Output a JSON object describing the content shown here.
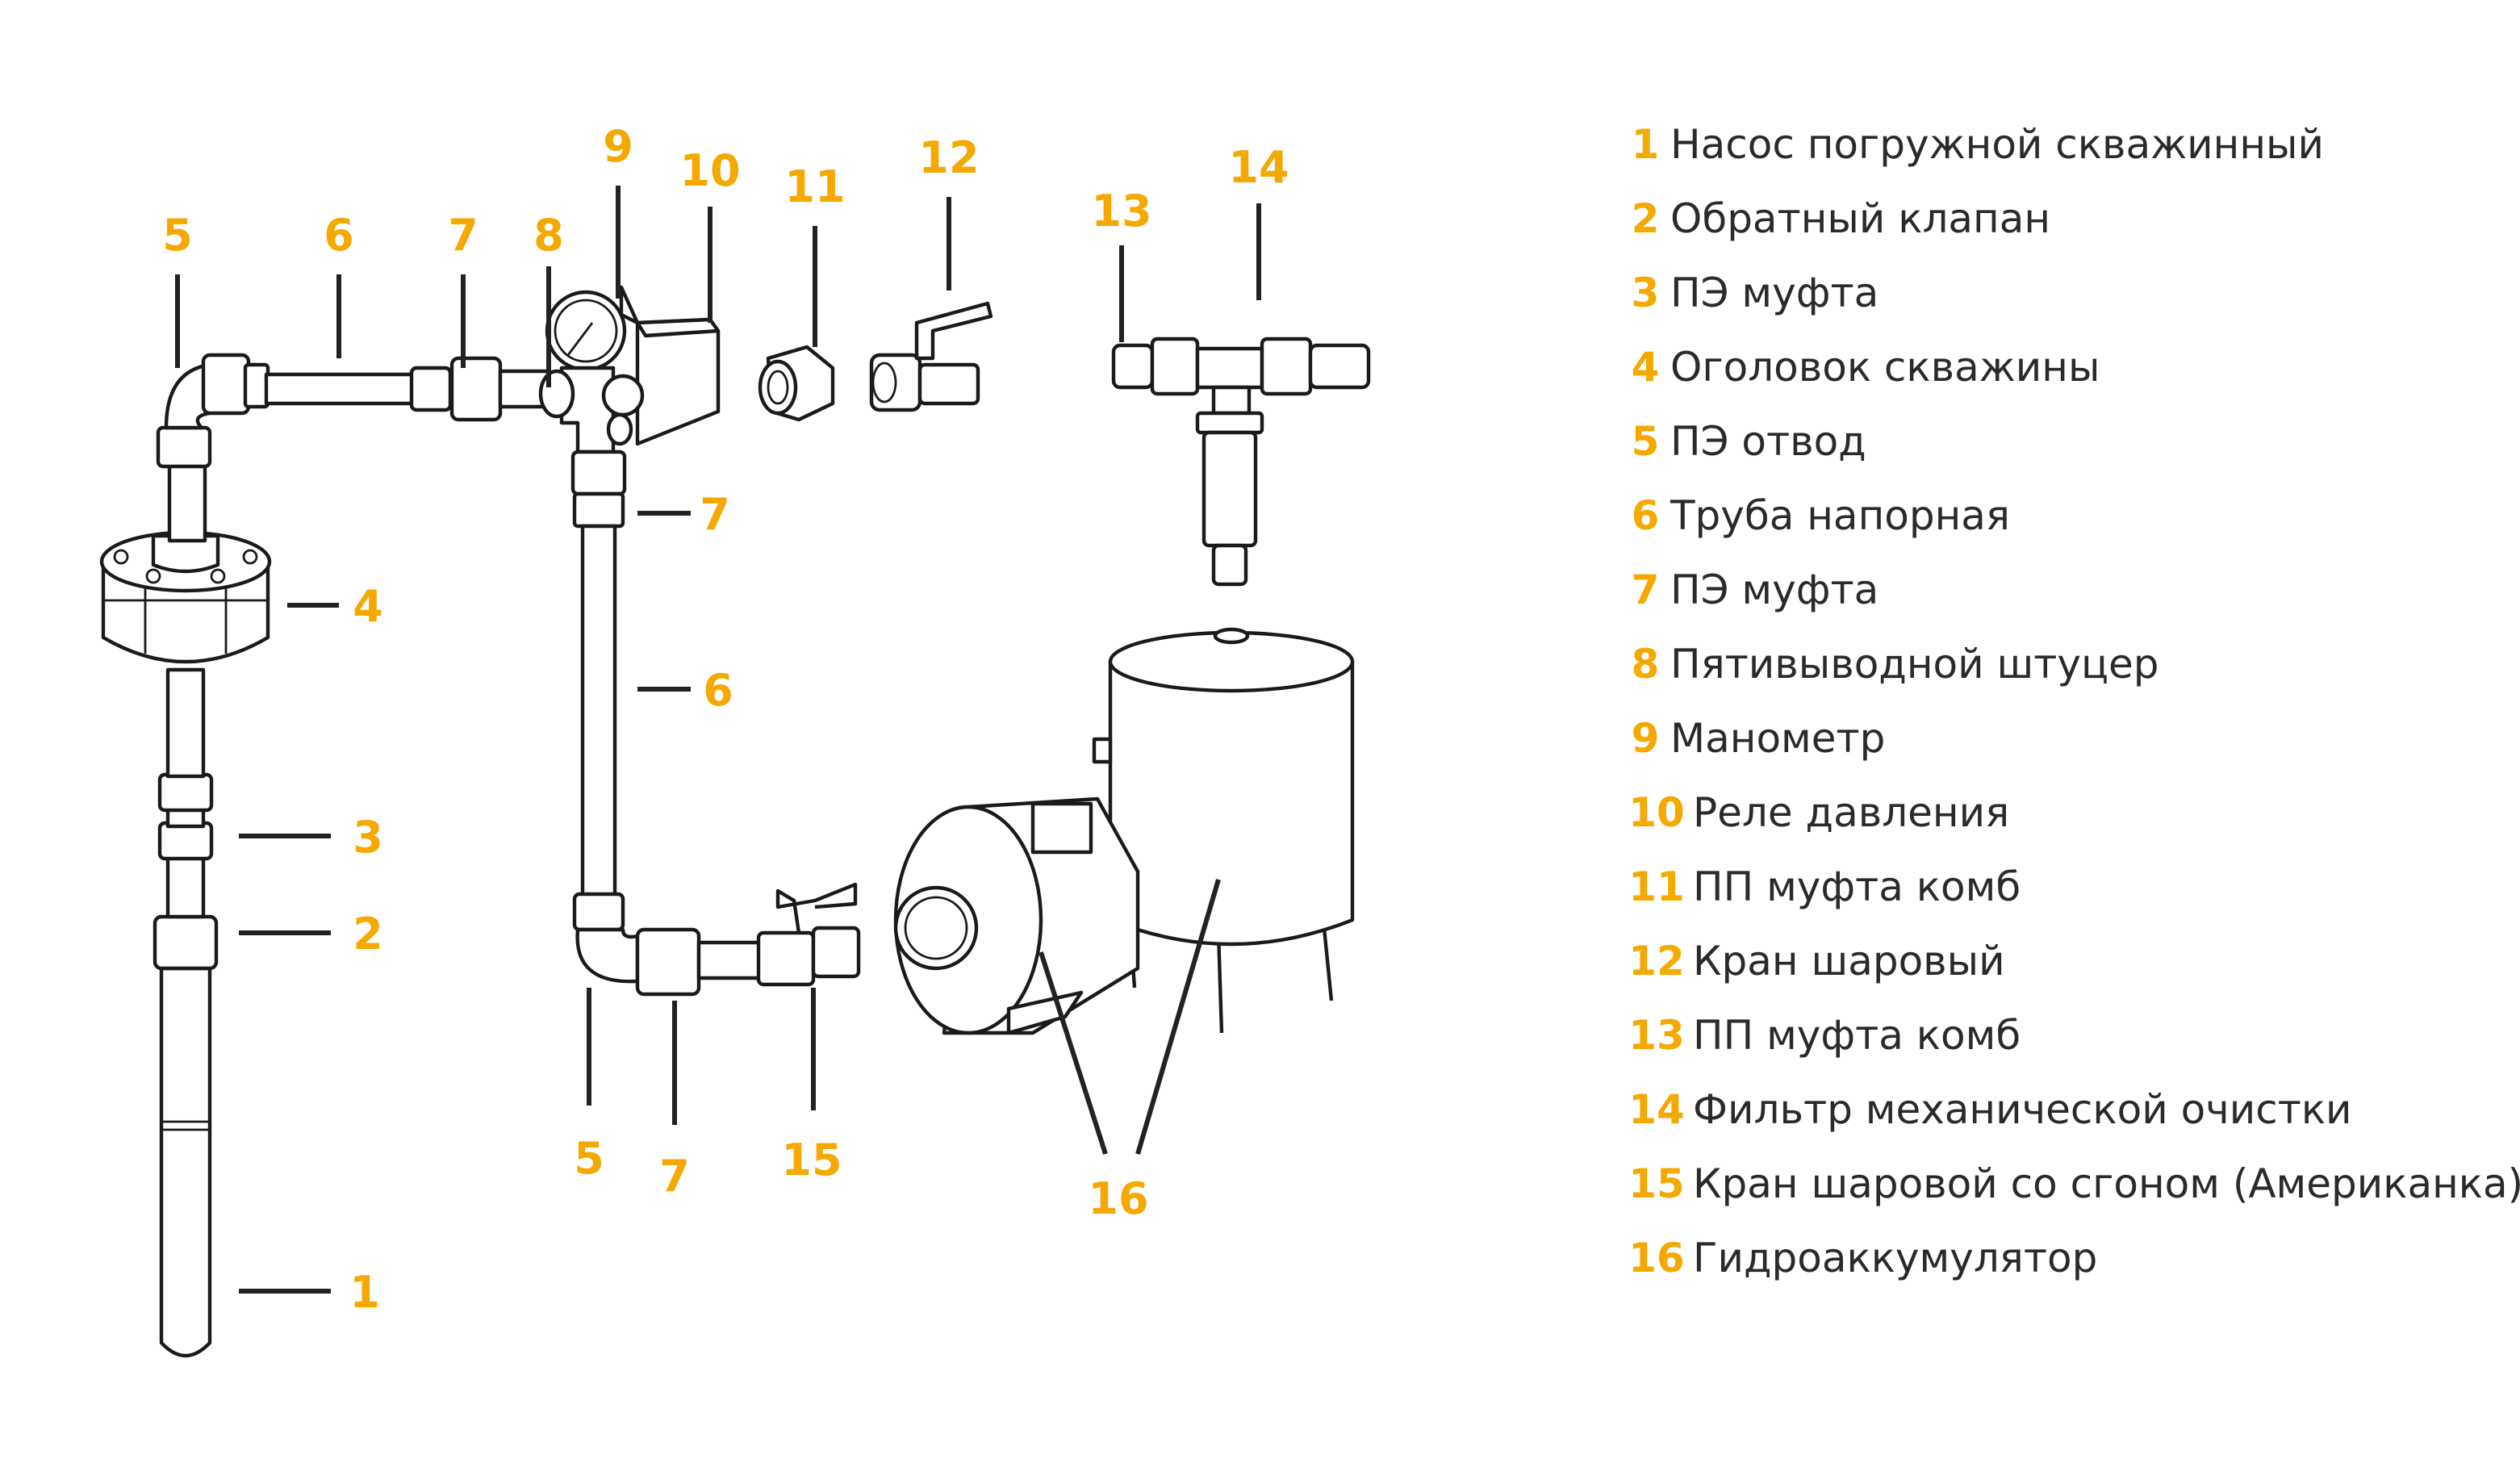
{
  "accent_color": "#F5A900",
  "callouts": {
    "c5_top": "5",
    "c6_top": "6",
    "c7_top": "7",
    "c8": "8",
    "c9": "9",
    "c10": "10",
    "c11": "11",
    "c12": "12",
    "c13": "13",
    "c14": "14",
    "c7_right": "7",
    "c6_right": "6",
    "c4": "4",
    "c3": "3",
    "c2": "2",
    "c1": "1",
    "c5_bottom": "5",
    "c7_bottom": "7",
    "c15": "15",
    "c16": "16"
  },
  "legend": [
    {
      "num": "1",
      "text": "Насос погружной скважинный"
    },
    {
      "num": "2",
      "text": "Обратный клапан"
    },
    {
      "num": "3",
      "text": "ПЭ муфта"
    },
    {
      "num": "4",
      "text": "Оголовок скважины"
    },
    {
      "num": "5",
      "text": "ПЭ отвод"
    },
    {
      "num": "6",
      "text": "Труба напорная"
    },
    {
      "num": "7",
      "text": "ПЭ муфта"
    },
    {
      "num": "8",
      "text": "Пятивыводной штуцер"
    },
    {
      "num": "9",
      "text": "Манометр"
    },
    {
      "num": "10",
      "text": "Реле давления"
    },
    {
      "num": "11",
      "text": "ПП муфта комб"
    },
    {
      "num": "12",
      "text": "Кран шаровый"
    },
    {
      "num": "13",
      "text": "ПП муфта комб"
    },
    {
      "num": "14",
      "text": "Фильтр механической очистки"
    },
    {
      "num": "15",
      "text": "Кран шаровой со сгоном (Американка)"
    },
    {
      "num": "16",
      "text": "Гидроаккумулятор"
    }
  ]
}
